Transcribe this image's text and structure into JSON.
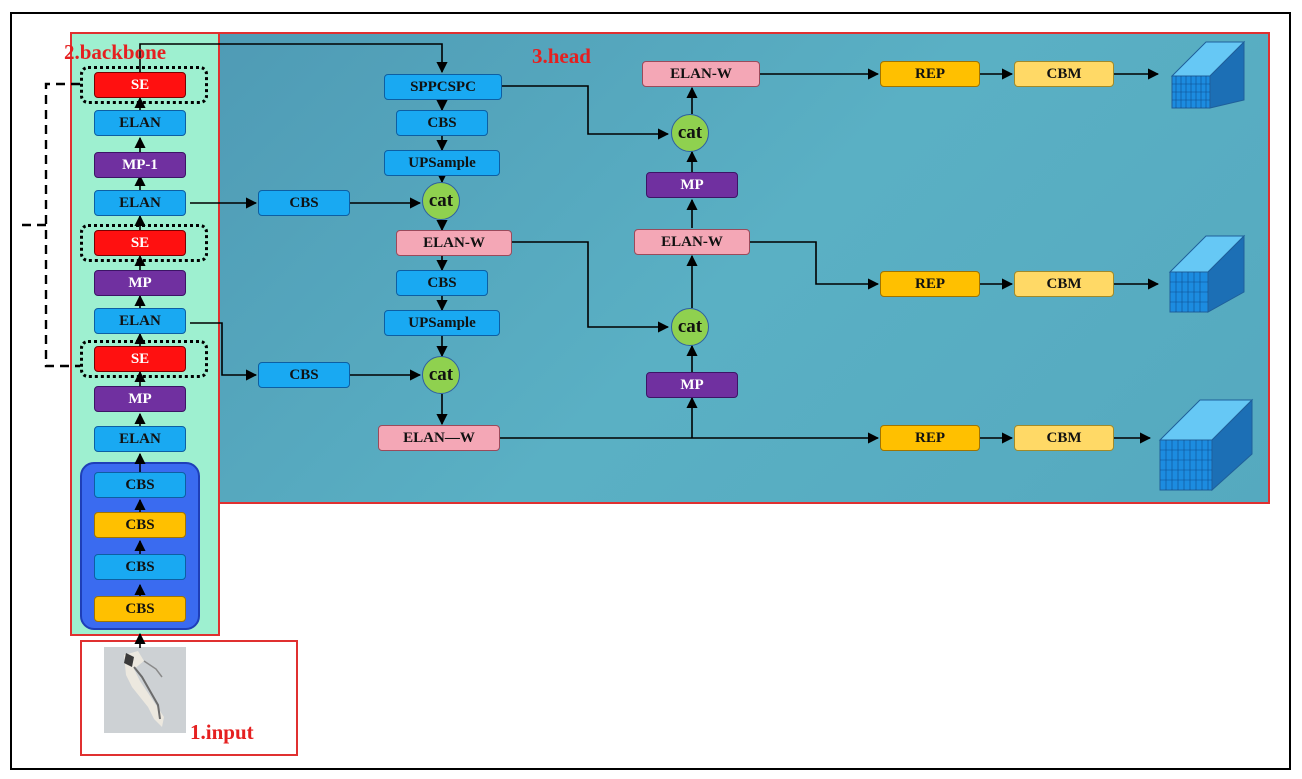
{
  "sections": {
    "input": "1.input",
    "backbone": "2.backbone",
    "head": "3.head"
  },
  "backbone": {
    "stem": [
      "CBS",
      "CBS",
      "CBS",
      "CBS"
    ],
    "stack": [
      "ELAN",
      "MP",
      "SE",
      "ELAN",
      "MP",
      "SE",
      "ELAN",
      "MP-1",
      "ELAN",
      "SE"
    ]
  },
  "head": {
    "sppcspc": "SPPCSPC",
    "cbs_a": "CBS",
    "upsample_a": "UPSample",
    "lateral_cbs_1": "CBS",
    "lateral_cbs_2": "CBS",
    "cat_label": "cat",
    "elanw_1": "ELAN-W",
    "cbs_b": "CBS",
    "upsample_b": "UPSample",
    "elanw_2": "ELAN—W",
    "mp_1": "MP",
    "elanw_3": "ELAN-W",
    "mp_2": "MP",
    "elanw_4": "ELAN-W",
    "rep": "REP",
    "cbm": "CBM"
  },
  "colors": {
    "head_bg": "#55a9bf",
    "backbone_bg": "#9ef0d0",
    "border_red": "#e03030",
    "cbs_blue": "#19a9f2",
    "mp_purple": "#7030a0",
    "se_red": "#ff1010",
    "rep_orange": "#ffc000",
    "cbm_yellow": "#ffd966",
    "elanw_pink": "#f4a7b6",
    "cat_green": "#8fd14f"
  }
}
